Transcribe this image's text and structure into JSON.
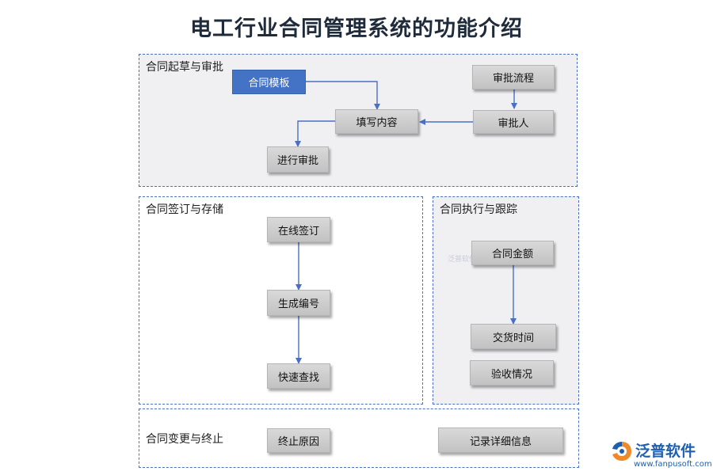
{
  "title": "电工行业合同管理系统的功能介绍",
  "sections": {
    "draft": {
      "title": "合同起草与审批",
      "nodes": {
        "template": "合同模板",
        "fill": "填写内容",
        "review": "进行审批",
        "flow": "审批流程",
        "approver": "审批人"
      }
    },
    "sign": {
      "title": "合同签订与存储",
      "nodes": {
        "online": "在线签订",
        "number": "生成编号",
        "search": "快速查找"
      }
    },
    "exec": {
      "title": "合同执行与跟踪",
      "nodes": {
        "amount": "合同金额",
        "delivery": "交货时间",
        "acceptance": "验收情况"
      }
    },
    "change": {
      "title": "合同变更与终止",
      "nodes": {
        "reason": "终止原因",
        "record": "记录详细信息"
      }
    }
  },
  "watermark_small": "泛普软件",
  "brand": {
    "name": "泛普软件",
    "url": "www.fanpusoft.com",
    "icon": "fanpu-logo-icon"
  },
  "colors": {
    "accent": "#4472c4",
    "connector": "#4a6fc4",
    "node_fill": "#cfcfcf",
    "section_bg": "#f0f0f2"
  }
}
